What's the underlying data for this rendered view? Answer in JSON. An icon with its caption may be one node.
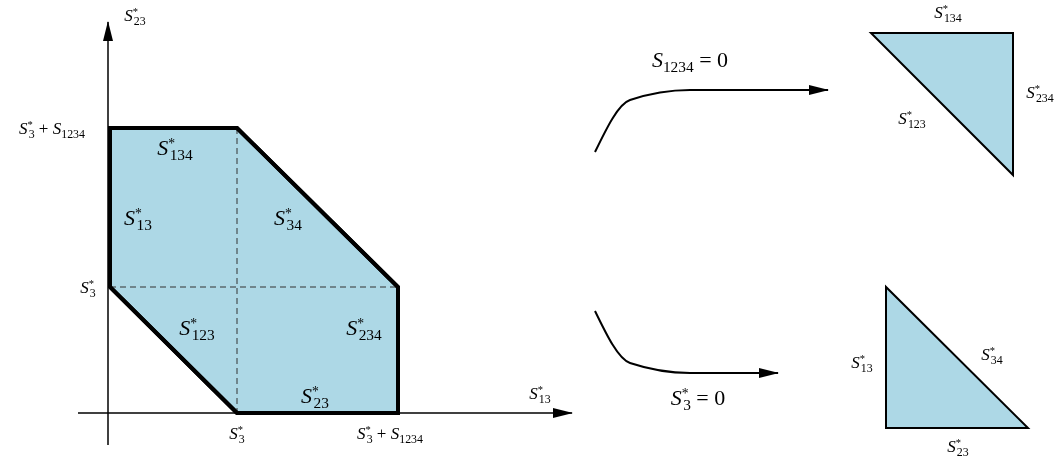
{
  "diagram": {
    "nodes": [
      {
        "text": [
          "*S*$^{*}$$_{134}$",
          "*S*$^{*}$$_{13}$",
          "*S*$^{*}$$_{34}$",
          "*S*$^{*}$$_{123}$",
          "*S*$^{*}$$_{234}$",
          "*S*$^{*}$$_{23}$"
        ]
      },
      {
        "text": [],
        "shape": "triangle",
        "beside": [
          "*S*$^{*}$$_{134}$",
          "*S*$^{*}$$_{234}$",
          "*S*$^{*}$$_{123}$"
        ]
      },
      {
        "text": [],
        "shape": "triangle",
        "beside": [
          "*S*$^{*}$$_{13}$",
          "*S*$^{*}$$_{34}$",
          "*S*$^{*}$$_{23}$"
        ]
      }
    ],
    "edges": [
      {
        "from": null,
        "to": 1,
        "arrow": "to",
        "label": "*S*$_{1234}$ = 0"
      },
      {
        "from": null,
        "to": 2,
        "arrow": "to",
        "label": "*S*$^{*}$$_{3}$ = 0"
      }
    ],
    "labels": [
      "*S*$^{*}$$_{23}$",
      "*S*$^{*}$$_{3}$ + *S*$_{1234}$",
      "*S*$^{*}$$_{3}$",
      "*S*$^{*}$$_{13}$",
      "*S*$^{*}$$_{3}$",
      "*S*$^{*}$$_{3}$ + *S*$_{1234}$"
    ]
  }
}
